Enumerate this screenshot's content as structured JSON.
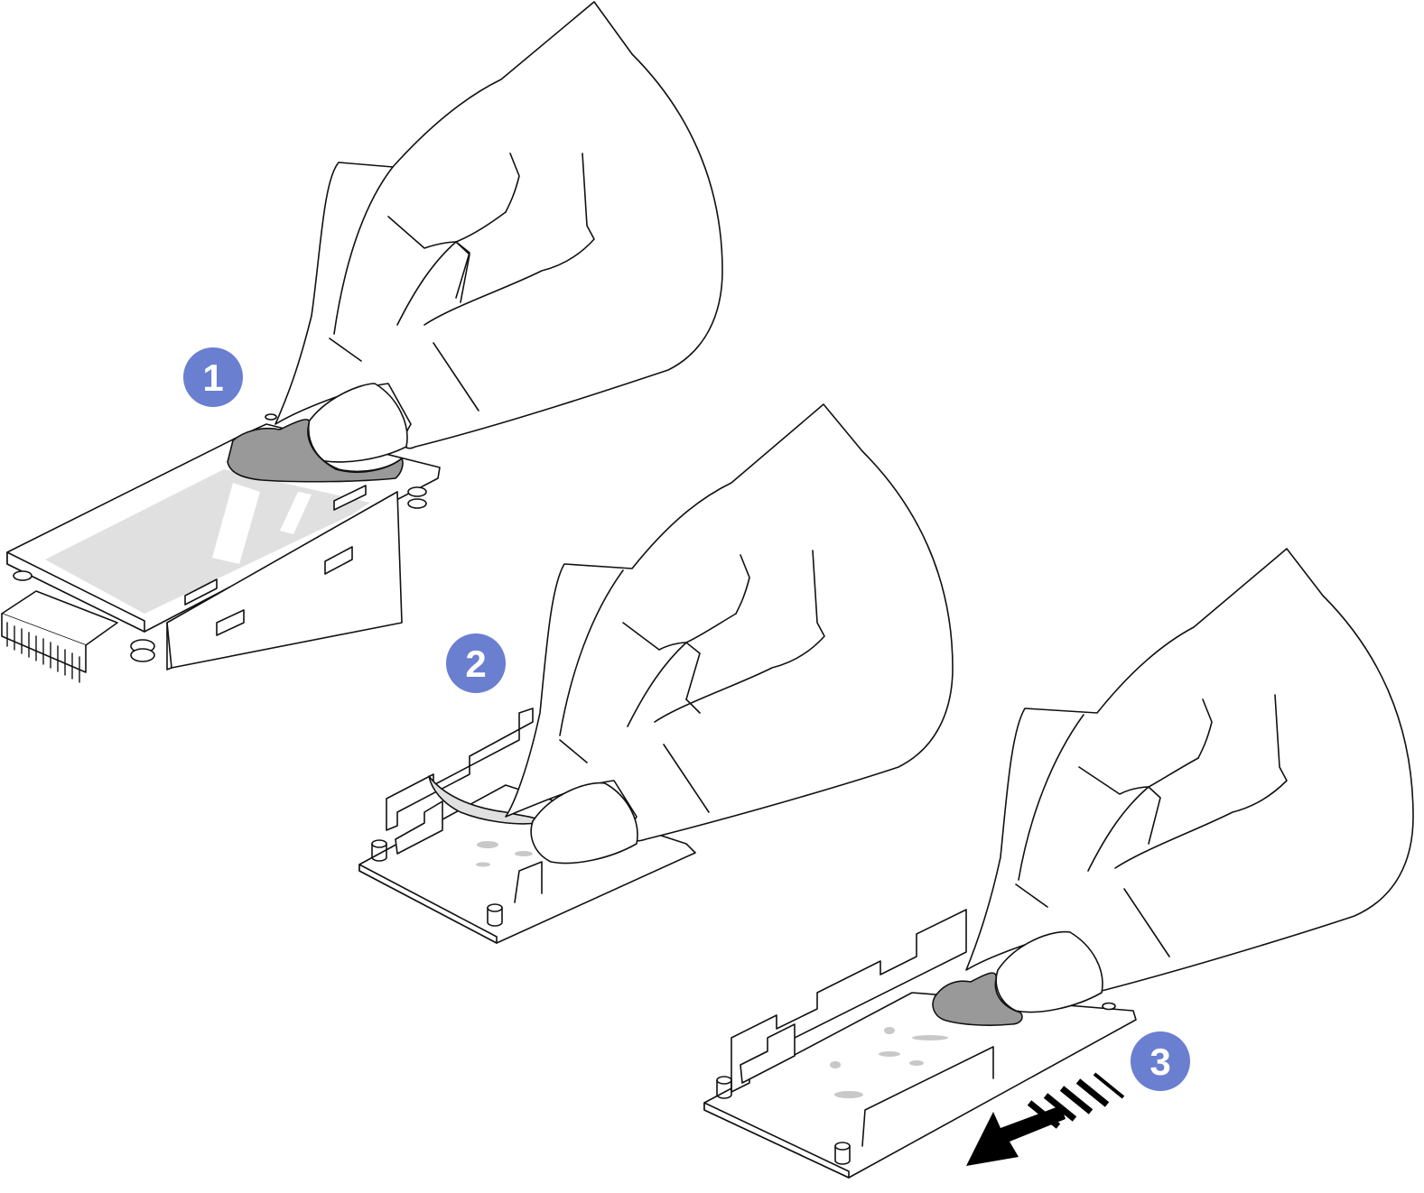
{
  "steps": [
    {
      "label": "1"
    },
    {
      "label": "2"
    },
    {
      "label": "3"
    }
  ],
  "colors": {
    "badge": "#6a7fd0",
    "badge_text": "#ffffff",
    "line": "#111111",
    "pad": "#e0e0e0",
    "residue": "#c8c8c8",
    "cloth": "#999999",
    "arrow": "#000000"
  },
  "icons": {
    "direction": "arrow-down-left-icon"
  }
}
